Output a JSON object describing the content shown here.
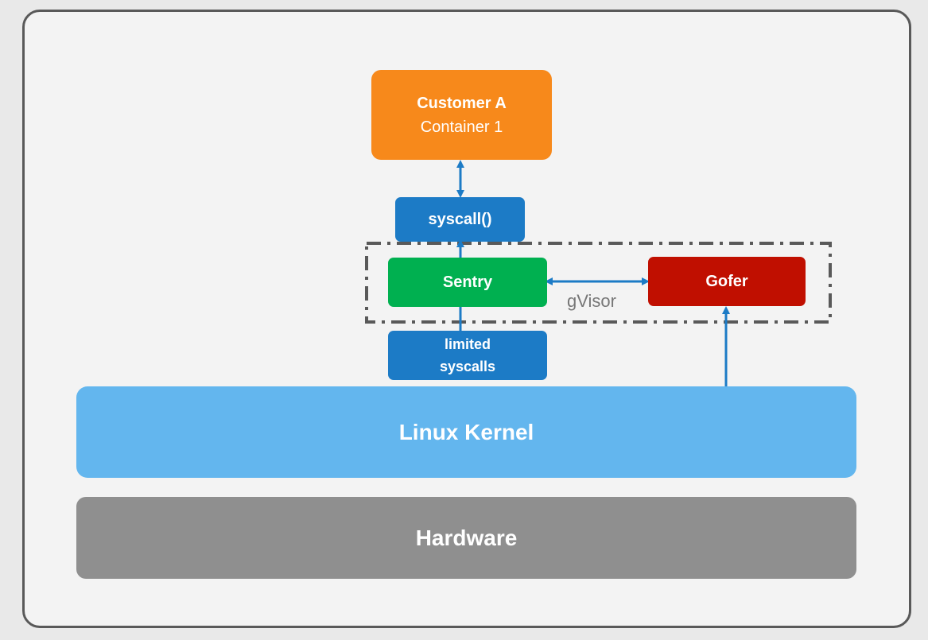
{
  "diagram": {
    "customer": {
      "line1": "Customer A",
      "line2": "Container 1"
    },
    "syscall": {
      "label": "syscall()"
    },
    "sentry": {
      "label": "Sentry"
    },
    "gofer": {
      "label": "Gofer"
    },
    "gvisor": {
      "label": "gVisor"
    },
    "limited_syscalls": {
      "line1": "limited",
      "line2": "syscalls"
    },
    "kernel": {
      "label": "Linux Kernel"
    },
    "hardware": {
      "label": "Hardware"
    }
  },
  "colors": {
    "customer": "#f7891b",
    "syscall": "#1c7bc6",
    "sentry": "#00b050",
    "gofer": "#c00f00",
    "kernel": "#63b6ee",
    "hardware": "#8f8f8f",
    "arrow": "#1c7bc6",
    "gvisor_border": "#595959"
  }
}
